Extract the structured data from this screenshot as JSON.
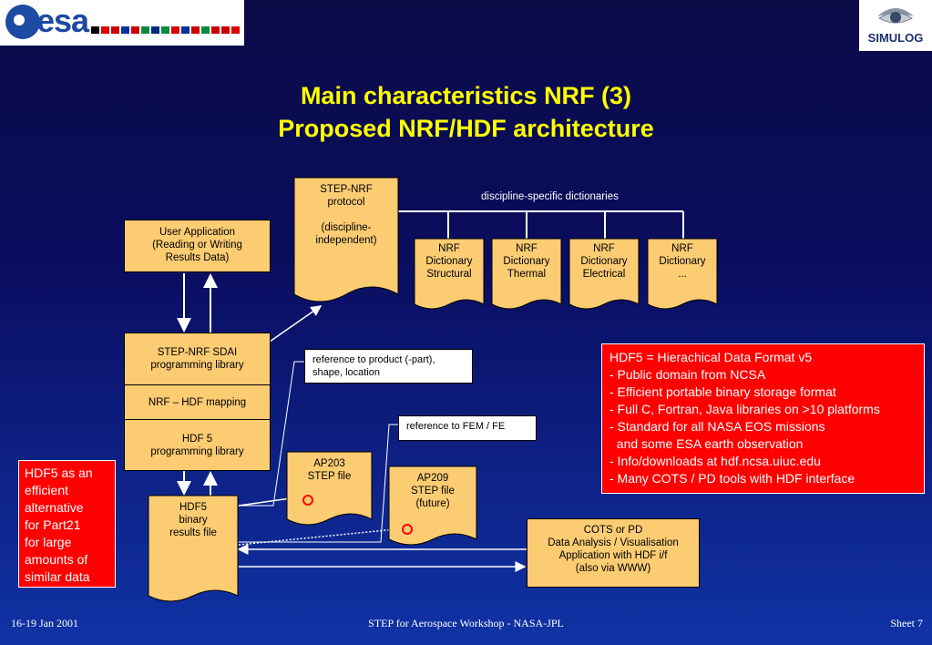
{
  "header": {
    "title_line1": "Main characteristics NRF (3)",
    "title_line2": "Proposed NRF/HDF architecture",
    "esa_logo_text": "esa",
    "simulog_logo_text": "SIMULOG"
  },
  "diagram": {
    "step_nrf_protocol": [
      "STEP-NRF",
      "protocol",
      "",
      "(discipline-",
      "independent)"
    ],
    "discipline_label": "discipline-specific dictionaries",
    "dictionaries": [
      [
        "NRF",
        "Dictionary",
        "Structural"
      ],
      [
        "NRF",
        "Dictionary",
        "Thermal"
      ],
      [
        "NRF",
        "Dictionary",
        "Electrical"
      ],
      [
        "NRF",
        "Dictionary",
        "..."
      ]
    ],
    "user_app": [
      "User Application",
      "(Reading or Writing",
      "Results Data)"
    ],
    "sdai": [
      "STEP-NRF SDAI",
      "programming library"
    ],
    "mapping": "NRF – HDF mapping",
    "hdf5_lib": [
      "HDF 5",
      "programming library"
    ],
    "hdf5_file": [
      "HDF5",
      "binary",
      "results file"
    ],
    "ref_product": [
      "reference to product (-part),",
      "shape, location"
    ],
    "ref_fem": "reference to FEM / FE",
    "ap203": [
      "AP203",
      "STEP file"
    ],
    "ap209": [
      "AP209",
      "STEP file",
      "(future)"
    ],
    "cots": [
      "COTS or PD",
      "Data Analysis / Visualisation",
      "Application with HDF i/f",
      "(also via WWW)"
    ]
  },
  "hdf_info": [
    "HDF5 = Hierachical Data Format v5",
    "- Public domain from NCSA",
    "- Efficient portable binary storage format",
    "- Full C, Fortran, Java libraries on >10 platforms",
    "- Standard for all NASA EOS missions",
    "  and some ESA earth observation",
    "- Info/downloads at hdf.ncsa.uiuc.edu",
    "- Many COTS / PD tools with HDF interface"
  ],
  "hdf_alt": [
    "HDF5 as an",
    "efficient",
    "alternative",
    "for Part21",
    "for large",
    "amounts of",
    "similar data"
  ],
  "footer": {
    "date": "16-19 Jan 2001",
    "event": "STEP for Aerospace Workshop - NASA-JPL",
    "sheet": "Sheet 7"
  },
  "colors": {
    "box_fill": "#fccc73",
    "title": "#ffff00",
    "callout_red": "#ff0000"
  }
}
